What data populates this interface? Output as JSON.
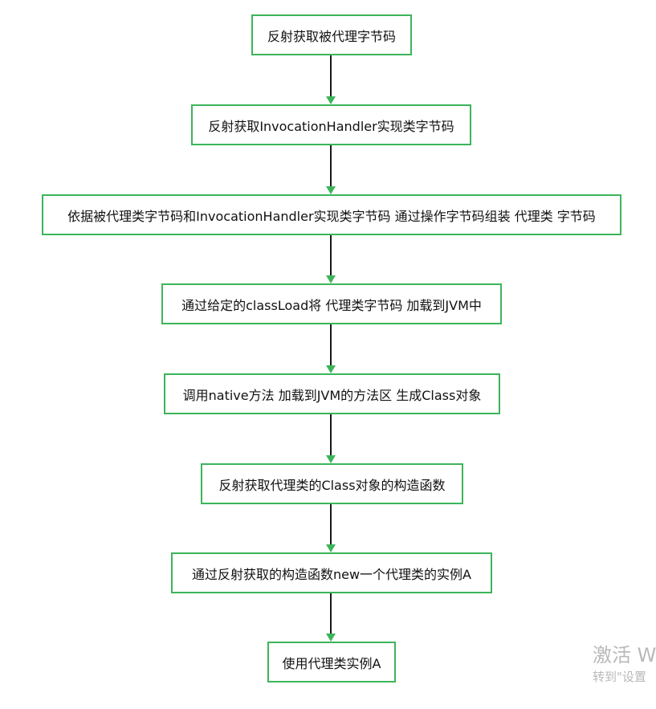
{
  "flowchart": {
    "steps": [
      {
        "label": "反射获取被代理字节码"
      },
      {
        "label": "反射获取InvocationHandler实现类字节码"
      },
      {
        "label": "依据被代理类字节码和InvocationHandler实现类字节码 通过操作字节码组装 代理类 字节码"
      },
      {
        "label": "通过给定的classLoad将 代理类字节码 加载到JVM中"
      },
      {
        "label": "调用native方法 加载到JVM的方法区 生成Class对象"
      },
      {
        "label": "反射获取代理类的Class对象的构造函数"
      },
      {
        "label": "通过反射获取的构造函数new一个代理类的实例A"
      },
      {
        "label": "使用代理类实例A"
      }
    ],
    "colors": {
      "box_border": "#3cb55a",
      "arrow_line": "#1a1a1a",
      "arrow_head": "#3cb55a"
    }
  },
  "watermark": {
    "line1": "激活 W",
    "line2": "转到\"设置"
  }
}
